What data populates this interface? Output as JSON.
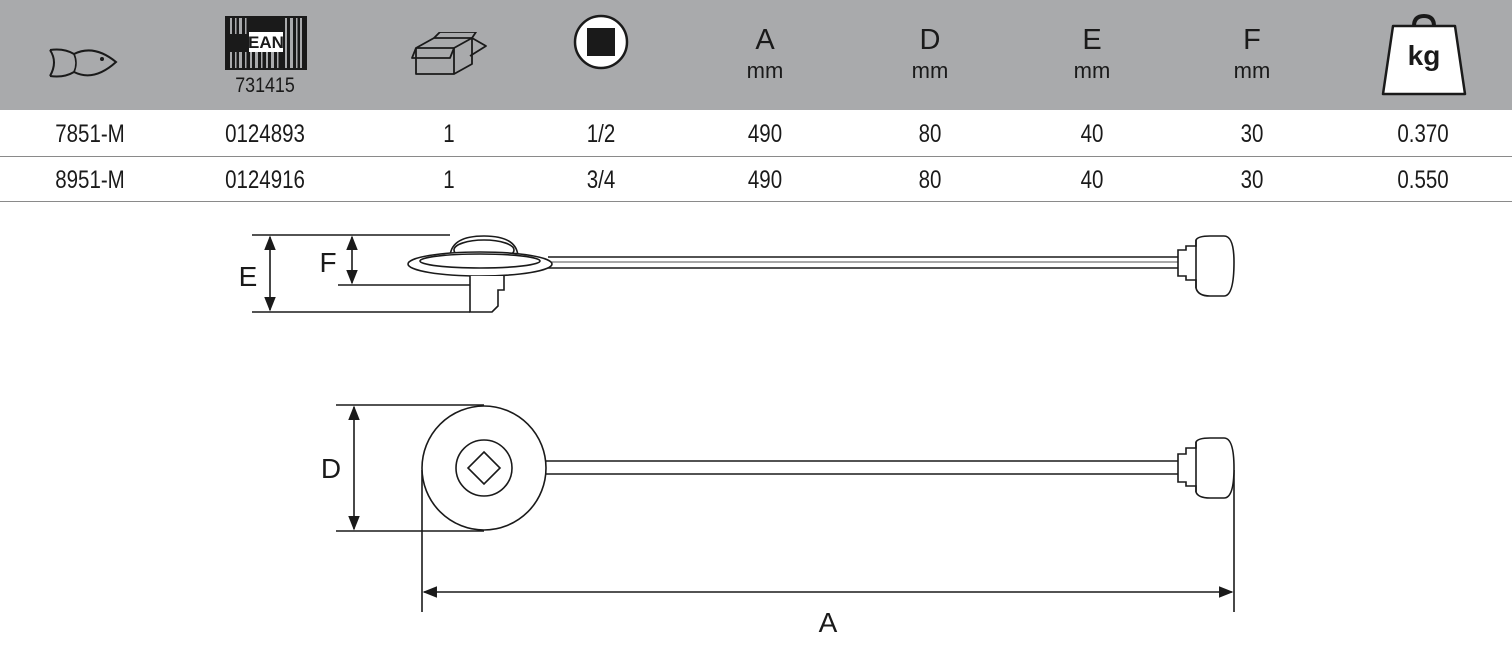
{
  "header": {
    "ean_logo_text": "EAN",
    "ean_code": "731415",
    "dims": [
      {
        "letter": "A",
        "unit": "mm"
      },
      {
        "letter": "D",
        "unit": "mm"
      },
      {
        "letter": "E",
        "unit": "mm"
      },
      {
        "letter": "F",
        "unit": "mm"
      }
    ],
    "weight_label": "kg"
  },
  "rows": [
    {
      "ref": "7851-M",
      "ean": "0124893",
      "qty": "1",
      "drive": "1/2",
      "a": "490",
      "d": "80",
      "e": "40",
      "f": "30",
      "kg": "0.370"
    },
    {
      "ref": "8951-M",
      "ean": "0124916",
      "qty": "1",
      "drive": "3/4",
      "a": "490",
      "d": "80",
      "e": "40",
      "f": "30",
      "kg": "0.550"
    }
  ],
  "drawing": {
    "label_e": "E",
    "label_f": "F",
    "label_d": "D",
    "label_a": "A"
  },
  "colors": {
    "header_bg": "#a9aaac",
    "text": "#1a1a1a",
    "line": "#333333"
  },
  "icons": [
    "fish-icon",
    "ean-barcode-icon",
    "box-icon",
    "square-drive-icon",
    "weight-icon"
  ]
}
